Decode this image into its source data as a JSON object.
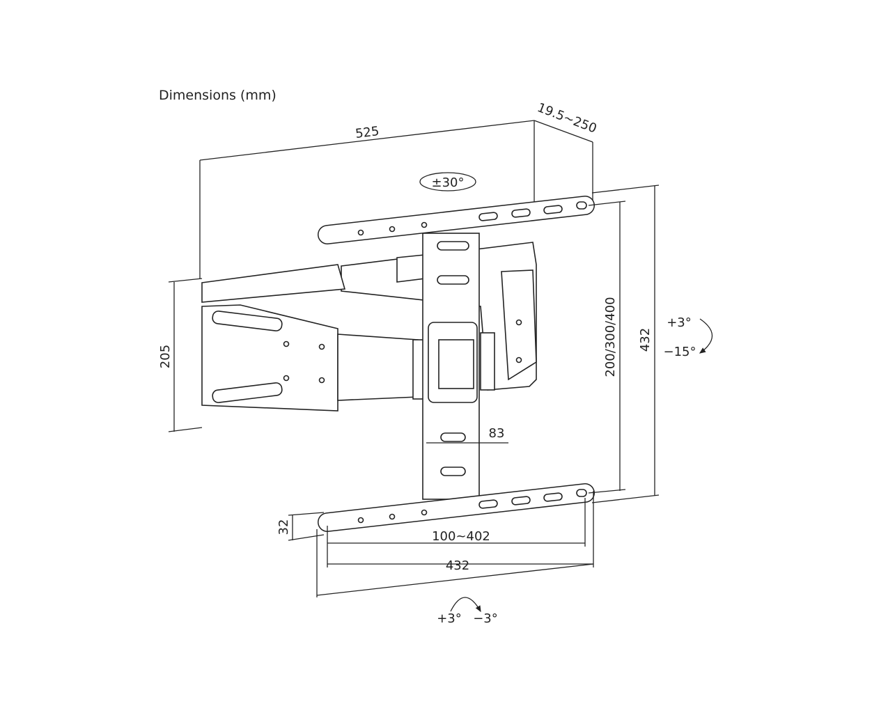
{
  "title": "Dimensions (mm)",
  "dimensions": {
    "width_total": "525",
    "depth_range": "19.5~250",
    "swivel": "±30°",
    "arm_height": "205",
    "vesa_vertical": "200/300/400",
    "height_total": "432",
    "column_width": "83",
    "rail_height": "32",
    "vesa_horizontal": "100~402",
    "rail_width": "432",
    "tilt_up": "+3°",
    "tilt_down": "−15°",
    "level_plus": "+3°",
    "level_minus": "−3°"
  },
  "colors": {
    "line": "#222222",
    "background": "#ffffff"
  }
}
